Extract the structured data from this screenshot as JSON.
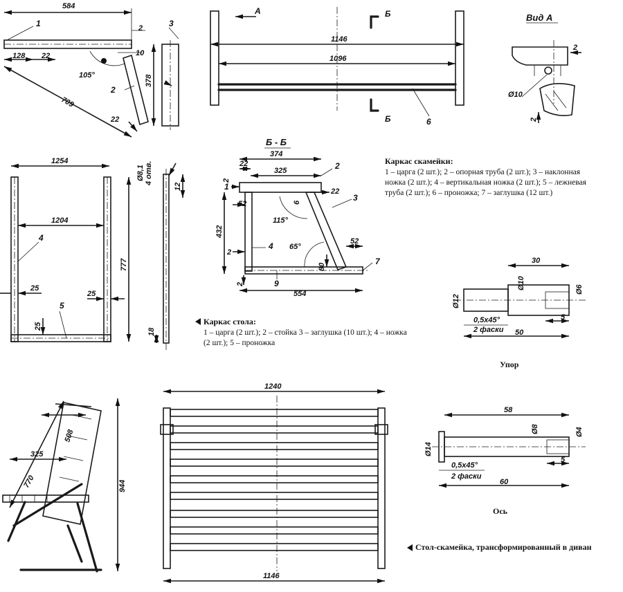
{
  "views": {
    "side_top_left": {
      "dims": [
        "584",
        "2",
        "128",
        "22",
        "10",
        "105°",
        "709",
        "22",
        "378"
      ],
      "parts": [
        "1",
        "2",
        "3"
      ]
    },
    "front_top": {
      "dims": [
        "1146",
        "1096"
      ],
      "section_marks": [
        "А",
        "Б",
        "Б"
      ],
      "parts": [
        "6"
      ]
    },
    "view_a": {
      "title": "Вид А",
      "dims": [
        "2",
        "Ø10",
        "2"
      ]
    },
    "table_frame": {
      "dims": [
        "1254",
        "1204",
        "Ø8,1",
        "4 отв.",
        "12",
        "777",
        "25",
        "25",
        "25",
        "18"
      ],
      "parts": [
        "4",
        "5"
      ]
    },
    "section_bb": {
      "title": "Б - Б",
      "dims": [
        "374",
        "22",
        "325",
        "22",
        "6",
        "52",
        "432",
        "115°",
        "65°",
        "52",
        "80",
        "554",
        "2",
        "2",
        "2"
      ],
      "parts": [
        "1",
        "2",
        "3",
        "4",
        "7",
        "9"
      ]
    },
    "stop_pin": {
      "dims": [
        "30",
        "Ø10",
        "Ø6",
        "Ø12",
        "5",
        "0,5x45°",
        "2 фаски",
        "50"
      ]
    },
    "axle": {
      "dims": [
        "58",
        "Ø8",
        "Ø4",
        "Ø14",
        "5",
        "0,5x45°",
        "2 фаски",
        "60"
      ]
    },
    "sofa_side": {
      "dims": [
        "508",
        "325",
        "770",
        "944"
      ]
    },
    "sofa_front": {
      "dims": [
        "1240",
        "1146"
      ]
    }
  },
  "captions": {
    "bench_title": "Каркас скамейки:",
    "bench_text": "1 – царга (2 шт.); 2 – опорная труба (2 шт.); 3 – наклонная ножка (2 шт.); 4 – вертикальная ножка (2 шт.); 5 – лежневая труба (2 шт.); 6 – проножка; 7 – заглушка (12 шт.)",
    "table_title": "Каркас стола:",
    "table_text": "1 – царга (2 шт.); 2 – стойка 3 – заглушка (10 шт.); 4 – ножка (2 шт.); 5 – проножка",
    "stop_label": "Упор",
    "axle_label": "Ось",
    "sofa_text": "Стол-скамейка, трансформированный в диван"
  }
}
